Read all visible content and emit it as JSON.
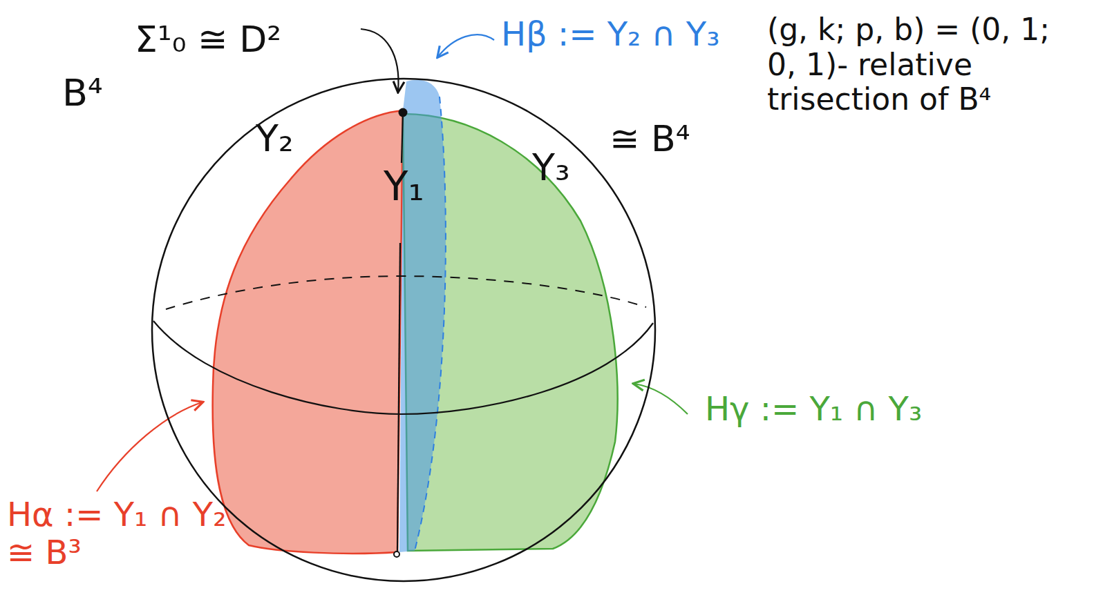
{
  "diagram": {
    "nodes": [
      {
        "text": [
          "B⁴"
        ]
      },
      {
        "text": [
          "Y₂"
        ],
        "in": 0
      },
      {
        "text": [
          "Y₁"
        ],
        "in": 0
      },
      {
        "text": [
          "Y₃"
        ],
        "in": 0
      }
    ],
    "labels": [
      "Σ¹₀ ≅ D²",
      "Hβ := Y₂ ∩ Y₃",
      "(g, k; p, b) = (0, 1; 0, 1)- relative trisection of B⁴",
      "≅ B⁴",
      "Hγ := Y₁ ∩ Y₃",
      "Hα := Y₁ ∩ Y₂ ≅ B³"
    ]
  }
}
